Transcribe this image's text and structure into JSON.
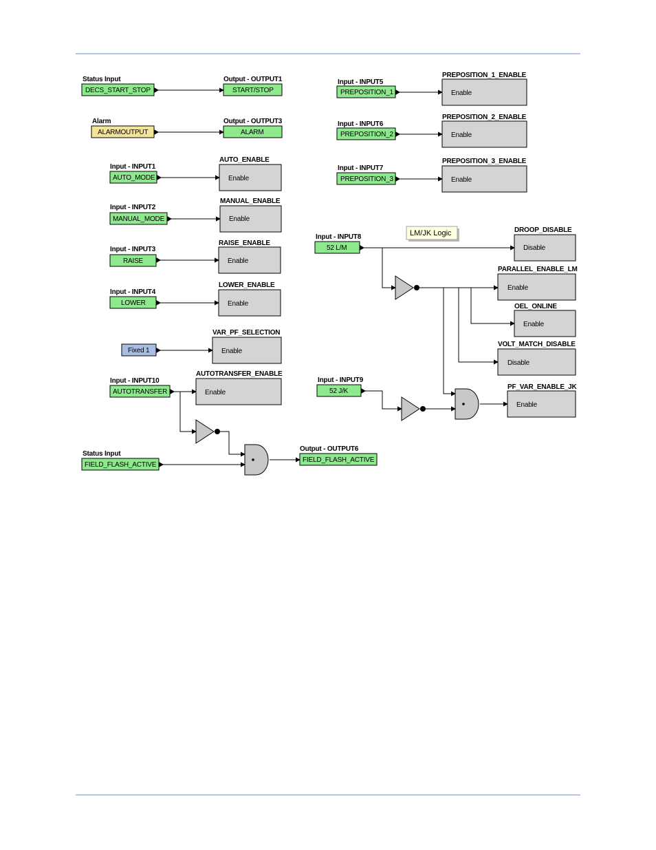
{
  "colors": {
    "signal_green": "#8ee88e",
    "alarm_yellow": "#f4e49a",
    "fixed_blue": "#a9bde0",
    "element_gray": "#d4d4d4",
    "gate_gray": "#c8c8c8",
    "rule_blue": "#b7c6dc",
    "tooltip_bg": "#ffffe1"
  },
  "signals": {
    "decs_start_stop": {
      "label": "Status Input",
      "name": "DECS_START_STOP"
    },
    "start_stop": {
      "label": "Output - OUTPUT1",
      "name": "START/STOP"
    },
    "alarmoutput": {
      "label": "Alarm",
      "name": "ALARMOUTPUT"
    },
    "alarm": {
      "label": "Output - OUTPUT3",
      "name": "ALARM"
    },
    "auto_mode": {
      "label": "Input - INPUT1",
      "name": "AUTO_MODE"
    },
    "manual_mode": {
      "label": "Input - INPUT2",
      "name": "MANUAL_MODE"
    },
    "raise": {
      "label": "Input - INPUT3",
      "name": "RAISE"
    },
    "lower": {
      "label": "Input - INPUT4",
      "name": "LOWER"
    },
    "fixed1": {
      "name": "Fixed 1"
    },
    "autotransfer": {
      "label": "Input - INPUT10",
      "name": "AUTOTRANSFER"
    },
    "field_flash_in": {
      "label": "Status Input",
      "name": "FIELD_FLASH_ACTIVE"
    },
    "field_flash_out": {
      "label": "Output - OUTPUT6",
      "name": "FIELD_FLASH_ACTIVE"
    },
    "preposition_1": {
      "label": "Input - INPUT5",
      "name": "PREPOSITION_1"
    },
    "preposition_2": {
      "label": "Input - INPUT6",
      "name": "PREPOSITION_2"
    },
    "preposition_3": {
      "label": "Input - INPUT7",
      "name": "PREPOSITION_3"
    },
    "s52lm": {
      "label": "Input - INPUT8",
      "name": "52 L/M"
    },
    "s52jk": {
      "label": "Input - INPUT9",
      "name": "52 J/K"
    }
  },
  "blocks": {
    "auto_enable": {
      "title": "AUTO_ENABLE",
      "port": "Enable"
    },
    "manual_enable": {
      "title": "MANUAL_ENABLE",
      "port": "Enable"
    },
    "raise_enable": {
      "title": "RAISE_ENABLE",
      "port": "Enable"
    },
    "lower_enable": {
      "title": "LOWER_ENABLE",
      "port": "Enable"
    },
    "var_pf_selection": {
      "title": "VAR_PF_SELECTION",
      "port": "Enable"
    },
    "autotransfer_enable": {
      "title": "AUTOTRANSFER_ENABLE",
      "port": "Enable"
    },
    "preposition_1_enable": {
      "title": "PREPOSITION_1_ENABLE",
      "port": "Enable"
    },
    "preposition_2_enable": {
      "title": "PREPOSITION_2_ENABLE",
      "port": "Enable"
    },
    "preposition_3_enable": {
      "title": "PREPOSITION_3_ENABLE",
      "port": "Enable"
    },
    "droop_disable": {
      "title": "DROOP_DISABLE",
      "port": "Disable"
    },
    "parallel_enable_lm": {
      "title": "PARALLEL_ENABLE_LM",
      "port": "Enable"
    },
    "oel_online": {
      "title": "OEL_ONLINE",
      "port": "Enable"
    },
    "volt_match_disable": {
      "title": "VOLT_MATCH_DISABLE",
      "port": "Disable"
    },
    "pf_var_enable_jk": {
      "title": "PF_VAR_ENABLE_JK",
      "port": "Enable"
    }
  },
  "tooltip": {
    "text": "LM/JK Logic"
  }
}
